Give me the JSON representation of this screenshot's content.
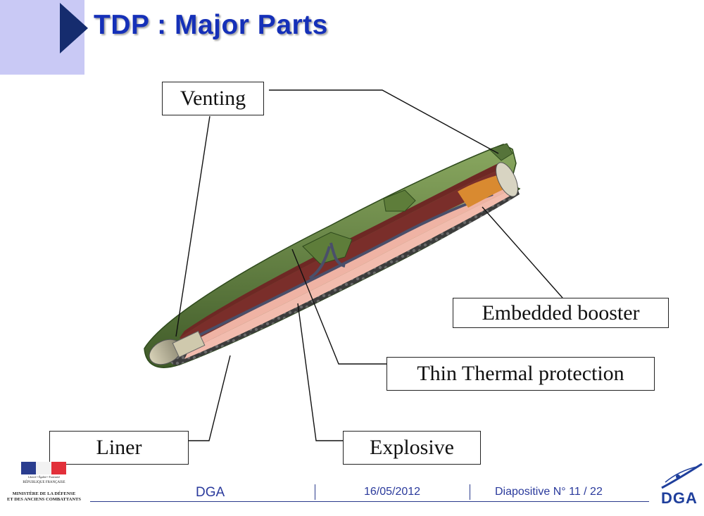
{
  "title": "TDP : Major Parts",
  "callouts": {
    "venting": "Venting",
    "embedded_booster": "Embedded booster",
    "thin_thermal_protection": "Thin Thermal protection",
    "liner": "Liner",
    "explosive": "Explosive"
  },
  "footer": {
    "org": "DGA",
    "date": "16/05/2012",
    "slide_label": "Diapositive N°  11 / 22"
  },
  "ministry": {
    "motto": "Liberté • Égalité • Fraternité",
    "republic": "RÉPUBLIQUE FRANÇAISE",
    "line1": "MINISTÈRE DE LA DÉFENSE",
    "line2": "ET DES ANCIENS COMBATTANTS"
  },
  "dga_logo_text": "DGA",
  "colors": {
    "title": "#1530b8",
    "corner": "#c9c9f5",
    "chevron": "#152c6e",
    "shell": "#5f7f3e",
    "explosive_dark": "#7a2e2a",
    "explosive_light": "#f0b6a8",
    "liner_dark": "#3a3a3a",
    "booster": "#d98a30"
  }
}
